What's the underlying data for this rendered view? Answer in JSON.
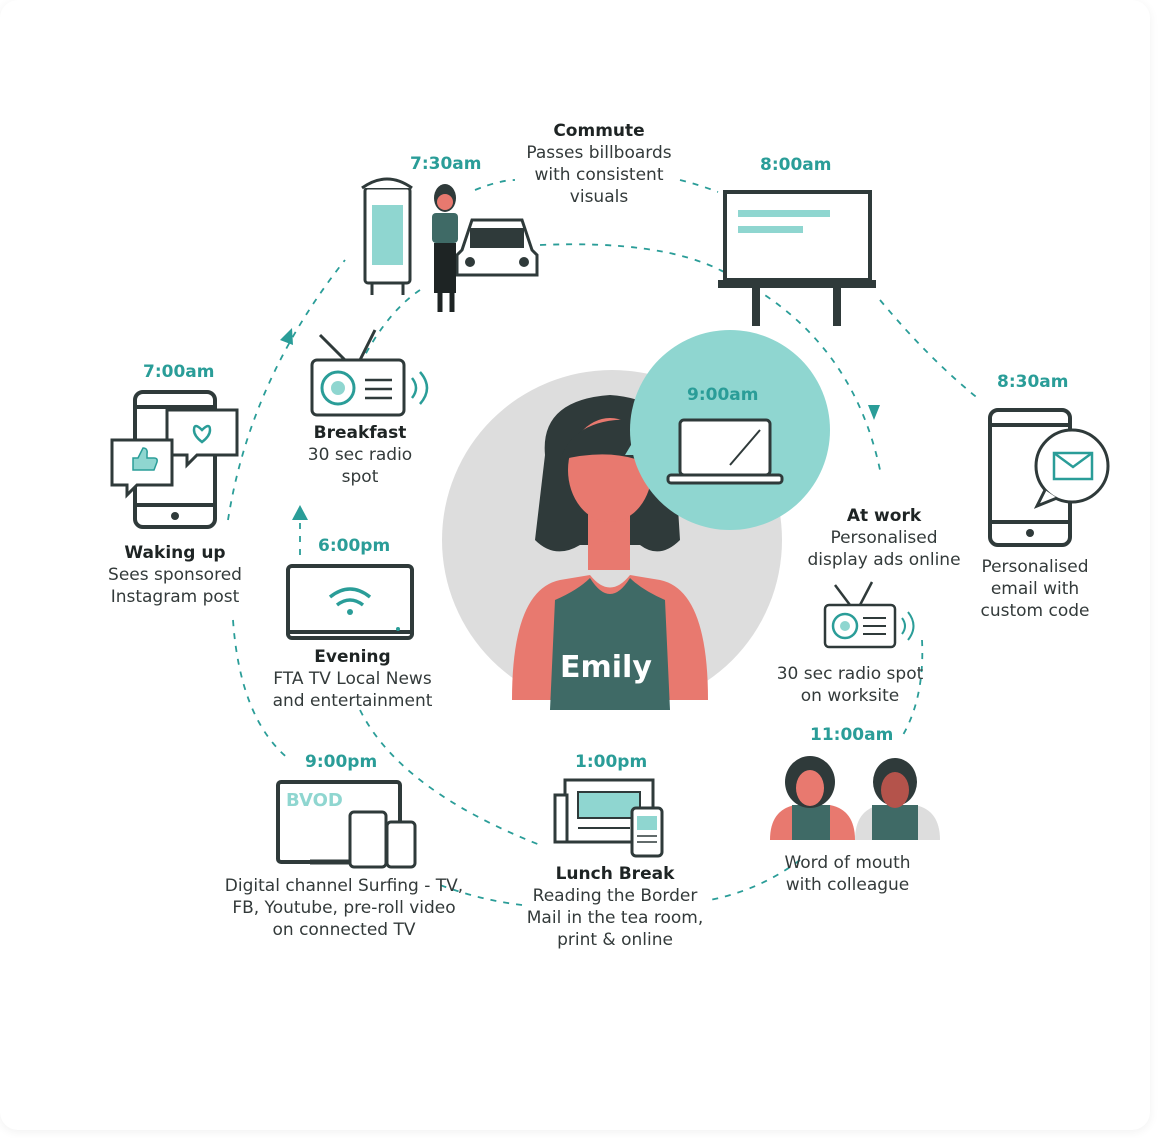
{
  "persona": "Emily",
  "colors": {
    "teal": "#2a9d98",
    "light_teal": "#8fd6d0",
    "dark": "#2f3a3a",
    "skin": "#e8796f",
    "grey": "#dddddd"
  },
  "stops": {
    "waking": {
      "time": "7:00am",
      "title": "Waking up",
      "desc": "Sees sponsored\nInstagram post",
      "icon": "phone-social-icon"
    },
    "breakfast": {
      "time": "",
      "title": "Breakfast",
      "desc": "30 sec radio\nspot",
      "icon": "radio-icon"
    },
    "commute": {
      "time": "7:30am",
      "title": "Commute",
      "desc": "Passes billboards\nwith consistent\nvisuals",
      "icon": "bus-stop-car-icon"
    },
    "billboard": {
      "time": "8:00am",
      "title": "",
      "desc": "",
      "icon": "billboard-icon"
    },
    "email": {
      "time": "8:30am",
      "title": "",
      "desc": "Personalised\nemail with\ncustom code",
      "icon": "phone-email-icon"
    },
    "work": {
      "time": "9:00am",
      "title": "At work",
      "desc": "Personalised\ndisplay ads online",
      "icon": "laptop-icon"
    },
    "work_radio": {
      "time": "",
      "title": "",
      "desc": "30 sec radio spot\non worksite",
      "icon": "radio-icon"
    },
    "colleague": {
      "time": "11:00am",
      "title": "",
      "desc": "Word of mouth\nwith colleague",
      "icon": "colleagues-icon"
    },
    "lunch": {
      "time": "1:00pm",
      "title": "Lunch Break",
      "desc": "Reading the Border\nMail in the tea room,\nprint & online",
      "icon": "newspaper-icon"
    },
    "bvod": {
      "time": "9:00pm",
      "title": "",
      "desc": "Digital channel Surfing - TV,\nFB, Youtube, pre-roll video\non connected TV",
      "icon": "devices-icon",
      "tv_text": "BVOD"
    },
    "evening": {
      "time": "6:00pm",
      "title": "Evening",
      "desc": "FTA TV Local News\nand entertainment",
      "icon": "tv-wifi-icon"
    }
  }
}
